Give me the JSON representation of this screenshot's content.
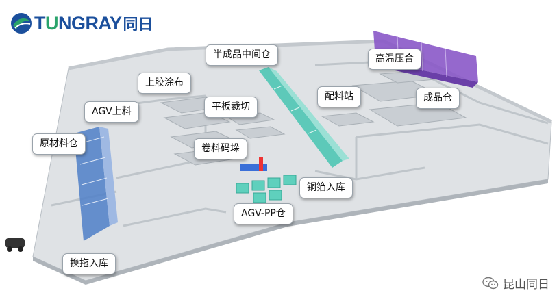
{
  "brand": {
    "logo_text_t": "T",
    "logo_text_u": "U",
    "logo_text_rest": "NGRAY",
    "logo_text_cn": "同日",
    "primary_color": "#1b4f9c",
    "accent_color": "#2aa36b"
  },
  "labels": {
    "semi_warehouse": "半成品中间仓",
    "high_temp_press": "高温压合",
    "glue_coating": "上胶涂布",
    "dispatch_station": "配料站",
    "finished_warehouse": "成品仓",
    "agv_loading": "AGV上料",
    "flat_cutting": "平板裁切",
    "raw_material_warehouse": "原材料仓",
    "roll_stacking": "卷料码垛",
    "copper_foil_inbound": "铜箔入库",
    "agv_pp_warehouse": "AGV-PP仓",
    "swap_tray_inbound": "换拖入库"
  },
  "watermark": {
    "text": "昆山同日",
    "icon": "wechat-icon"
  },
  "colors": {
    "floor": "#dfe2e5",
    "wall": "#c3c8cd",
    "rack_blue": "#4f7fc8",
    "rack_teal": "#4fc7b4",
    "rack_purple": "#8a58c8"
  }
}
